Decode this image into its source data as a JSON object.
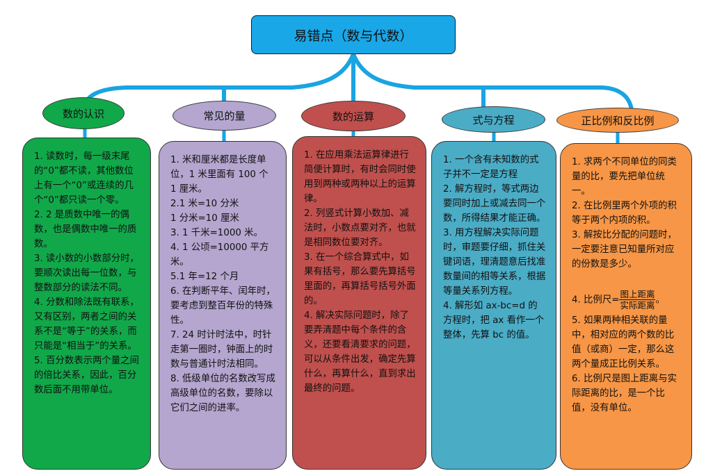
{
  "root": {
    "title": "易错点（数与代数）"
  },
  "colors": {
    "root": "#1aa7e8",
    "connector": "#19a4e2"
  },
  "branches": [
    {
      "label": "数的认识",
      "header_color": "#11a84a",
      "box_color": "#11a84a",
      "items": [
        "1. 读数时，每一级末尾的“0”都不读，其他数位上有一个“0”或连续的几个“0”都只读一个零。",
        "2. 2 是质数中唯一的偶数，也是偶数中唯一的质数。",
        "3. 读小数的小数部分时，要顺次读出每一位数，与整数部分的读法不同。",
        "4. 分数和除法既有联系，又有区别，两者之间的关系不是“等于”的关系，而只能是“相当于”的关系。",
        "5. 百分数表示两个量之间的倍比关系，因此，百分数后面不用带单位。"
      ]
    },
    {
      "label": "常见的量",
      "header_color": "#b4a6cf",
      "box_color": "#b4a6cf",
      "items": [
        "1. 米和厘米都是长度单位，1 米里面有 100 个 1 厘米。",
        "2.1 米=10 分米\n   1 分米=10 厘米",
        "3. 1 千米=1000 米。",
        "4. 1 公顷=10000 平方米。",
        "5.1 年=12 个月",
        "6. 在判断平年、闰年时，要考虑到整百年份的特殊性。",
        "7. 24 时计时法中，时针走第一圈时，钟面上的时数与普通计时法相同。",
        "8. 低级单位的名数改写成高级单位的名数，要除以它们之间的进率。"
      ]
    },
    {
      "label": "数的运算",
      "header_color": "#c0504d",
      "box_color": "#c0504d",
      "items": [
        "1. 在应用乘法运算律进行简便计算时，有时会同时使用到两种或两种以上的运算律。",
        "2. 列竖式计算小数加、减法时，小数点要对齐，也就是相同数位要对齐。",
        "3. 在一个综合算式中，如果有括号，那么要先算括号里面的，再算括号括号外面的。",
        "4. 解决实际问题时，除了要弄清题中每个条件的含义，还要看清要求的问题，可以从条件出发，确定先算什么，再算什么，直到求出最终的问题。"
      ]
    },
    {
      "label": "式与方程",
      "header_color": "#4bacc6",
      "box_color": "#4bacc6",
      "items": [
        "1. 一个含有未知数的式子并不一定是方程",
        "2. 解方程时，等式两边要同时加上或减去同一个数，所得结果才能正确。",
        "3. 用方程解决实际问题时，审题要仔细，抓住关键词语，理清题意后找准数量间的相等关系，根据等量关系列方程。",
        "4. 解形如 ax-bc=d 的方程时，把 ax 看作一个整体，先算 bc 的值。"
      ]
    },
    {
      "label": "正比例和反比例",
      "header_color": "#f79646",
      "box_color": "#f79646",
      "items": [
        "1. 求两个不同单位的同类量的比，要先把单位统一。",
        "2. 在比例里两个外项的积等于两个内项的积。",
        "3. 解按比分配的问题时，一定要注意已知量所对应的份数是多少。",
        "4. 比例尺=图上距离/实际距离。",
        "5. 如果两种相关联的量中，相对应的两个数的比值（或商）一定，那么这两个量成正比例关系。",
        "6. 比例尺是图上距离与实际距离的比，是一个比值，没有单位。"
      ],
      "fraction": {
        "prefix": "4. 比例尺=",
        "numerator": "图上距离",
        "denominator": "实际距离",
        "suffix": "。"
      }
    }
  ]
}
